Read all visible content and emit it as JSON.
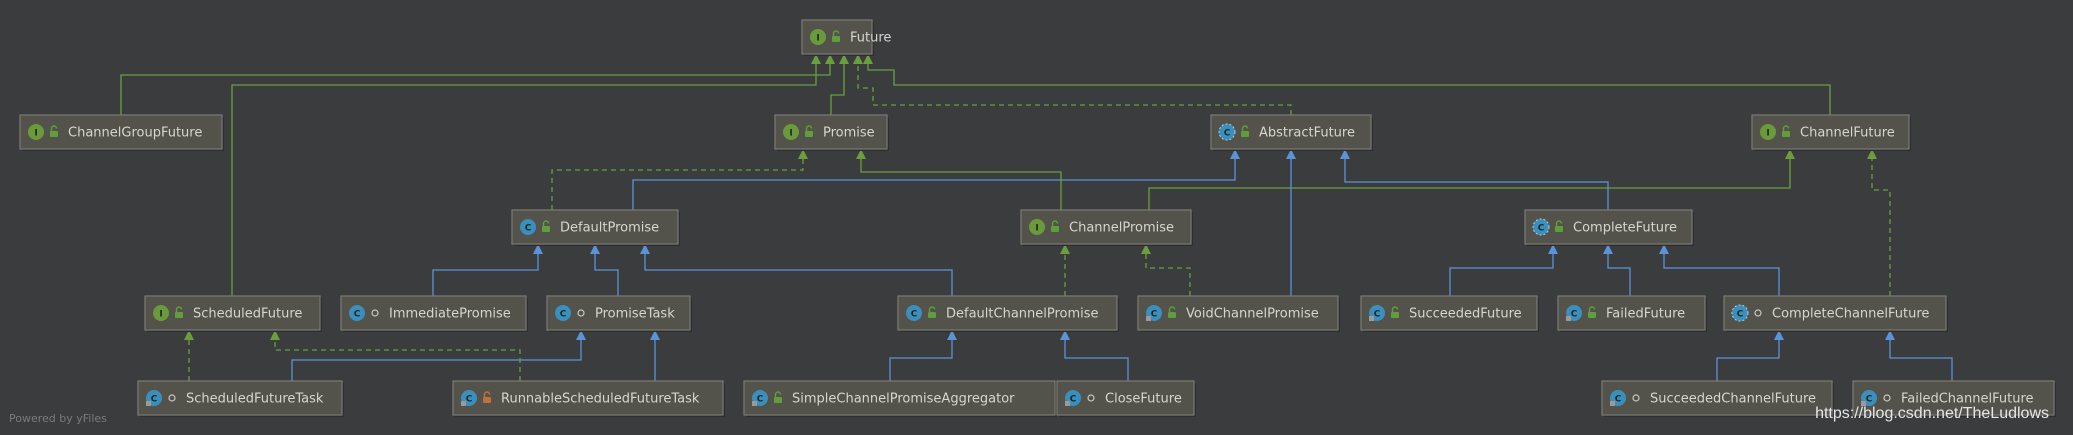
{
  "footer": {
    "powered_by": "Powered by yFiles",
    "watermark": "https://blog.csdn.net/TheLudlows"
  },
  "colors": {
    "extends_edge": "#5b93d8",
    "interface_edge": "#6a9e3e",
    "interface_badge": "#6b9a3c",
    "class_badge": "#3a8fbe",
    "public_lock": "#5f9e3b",
    "private_lock": "#c0703a",
    "node_fill": "#53534c",
    "background": "#3b3c3e"
  },
  "nodes": [
    {
      "id": "future",
      "label": "Future",
      "kind": "interface",
      "modifier": "public"
    },
    {
      "id": "channel-group-future",
      "label": "ChannelGroupFuture",
      "kind": "interface",
      "modifier": "public"
    },
    {
      "id": "promise",
      "label": "Promise",
      "kind": "interface",
      "modifier": "public"
    },
    {
      "id": "abstract-future",
      "label": "AbstractFuture",
      "kind": "abstract-class",
      "modifier": "public"
    },
    {
      "id": "channel-future",
      "label": "ChannelFuture",
      "kind": "interface",
      "modifier": "public"
    },
    {
      "id": "default-promise",
      "label": "DefaultPromise",
      "kind": "class",
      "modifier": "public"
    },
    {
      "id": "channel-promise",
      "label": "ChannelPromise",
      "kind": "interface",
      "modifier": "public"
    },
    {
      "id": "complete-future",
      "label": "CompleteFuture",
      "kind": "abstract-class",
      "modifier": "public"
    },
    {
      "id": "scheduled-future",
      "label": "ScheduledFuture",
      "kind": "interface",
      "modifier": "public"
    },
    {
      "id": "immediate-promise",
      "label": "ImmediatePromise",
      "kind": "class",
      "modifier": "package"
    },
    {
      "id": "promise-task",
      "label": "PromiseTask",
      "kind": "class",
      "modifier": "package"
    },
    {
      "id": "default-channel-promise",
      "label": "DefaultChannelPromise",
      "kind": "class",
      "modifier": "public"
    },
    {
      "id": "void-channel-promise",
      "label": "VoidChannelPromise",
      "kind": "final-class",
      "modifier": "public"
    },
    {
      "id": "succeeded-future",
      "label": "SucceededFuture",
      "kind": "final-class",
      "modifier": "public"
    },
    {
      "id": "failed-future",
      "label": "FailedFuture",
      "kind": "final-class",
      "modifier": "public"
    },
    {
      "id": "complete-channel-future",
      "label": "CompleteChannelFuture",
      "kind": "abstract-class",
      "modifier": "package"
    },
    {
      "id": "scheduled-future-task",
      "label": "ScheduledFutureTask",
      "kind": "final-class",
      "modifier": "package"
    },
    {
      "id": "runnable-scheduled-future-task",
      "label": "RunnableScheduledFutureTask",
      "kind": "final-class",
      "modifier": "private"
    },
    {
      "id": "simple-channel-promise-aggregator",
      "label": "SimpleChannelPromiseAggregator",
      "kind": "final-class",
      "modifier": "public"
    },
    {
      "id": "close-future",
      "label": "CloseFuture",
      "kind": "final-class",
      "modifier": "package"
    },
    {
      "id": "succeeded-channel-future",
      "label": "SucceededChannelFuture",
      "kind": "final-class",
      "modifier": "package"
    },
    {
      "id": "failed-channel-future",
      "label": "FailedChannelFuture",
      "kind": "final-class",
      "modifier": "package"
    }
  ],
  "edges": [
    {
      "from": "channel-group-future",
      "to": "future",
      "type": "extends-interface"
    },
    {
      "from": "scheduled-future",
      "to": "future",
      "type": "extends-interface"
    },
    {
      "from": "promise",
      "to": "future",
      "type": "extends-interface"
    },
    {
      "from": "abstract-future",
      "to": "future",
      "type": "implements"
    },
    {
      "from": "channel-future",
      "to": "future",
      "type": "extends-interface"
    },
    {
      "from": "default-promise",
      "to": "promise",
      "type": "implements"
    },
    {
      "from": "default-promise",
      "to": "abstract-future",
      "type": "extends"
    },
    {
      "from": "channel-promise",
      "to": "promise",
      "type": "extends-interface"
    },
    {
      "from": "channel-promise",
      "to": "channel-future",
      "type": "extends-interface"
    },
    {
      "from": "complete-future",
      "to": "abstract-future",
      "type": "extends"
    },
    {
      "from": "immediate-promise",
      "to": "default-promise",
      "type": "extends"
    },
    {
      "from": "promise-task",
      "to": "default-promise",
      "type": "extends"
    },
    {
      "from": "default-channel-promise",
      "to": "default-promise",
      "type": "extends"
    },
    {
      "from": "default-channel-promise",
      "to": "channel-promise",
      "type": "implements"
    },
    {
      "from": "void-channel-promise",
      "to": "abstract-future",
      "type": "extends"
    },
    {
      "from": "void-channel-promise",
      "to": "channel-promise",
      "type": "implements"
    },
    {
      "from": "succeeded-future",
      "to": "complete-future",
      "type": "extends"
    },
    {
      "from": "failed-future",
      "to": "complete-future",
      "type": "extends"
    },
    {
      "from": "complete-channel-future",
      "to": "complete-future",
      "type": "extends"
    },
    {
      "from": "complete-channel-future",
      "to": "channel-future",
      "type": "implements"
    },
    {
      "from": "scheduled-future-task",
      "to": "scheduled-future",
      "type": "implements"
    },
    {
      "from": "scheduled-future-task",
      "to": "promise-task",
      "type": "extends"
    },
    {
      "from": "runnable-scheduled-future-task",
      "to": "scheduled-future",
      "type": "implements"
    },
    {
      "from": "runnable-scheduled-future-task",
      "to": "promise-task",
      "type": "extends"
    },
    {
      "from": "simple-channel-promise-aggregator",
      "to": "default-channel-promise",
      "type": "extends"
    },
    {
      "from": "close-future",
      "to": "default-channel-promise",
      "type": "extends"
    },
    {
      "from": "succeeded-channel-future",
      "to": "complete-channel-future",
      "type": "extends"
    },
    {
      "from": "failed-channel-future",
      "to": "complete-channel-future",
      "type": "extends"
    }
  ]
}
